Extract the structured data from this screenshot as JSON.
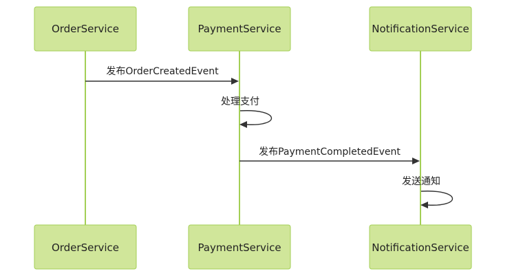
{
  "actors": [
    {
      "id": "order",
      "label": "OrderService"
    },
    {
      "id": "payment",
      "label": "PaymentService"
    },
    {
      "id": "notification",
      "label": "NotificationService"
    }
  ],
  "messages": [
    {
      "from": "order",
      "to": "payment",
      "label": "发布OrderCreatedEvent"
    },
    {
      "from": "payment",
      "to": "payment",
      "label": "处理支付"
    },
    {
      "from": "payment",
      "to": "notification",
      "label": "发布PaymentCompletedEvent"
    },
    {
      "from": "notification",
      "to": "notification",
      "label": "发送通知"
    }
  ],
  "colors": {
    "actor_fill": "#d0e69a",
    "actor_stroke": "#a3cf55",
    "lifeline": "#a3cf55",
    "message": "#333333"
  }
}
